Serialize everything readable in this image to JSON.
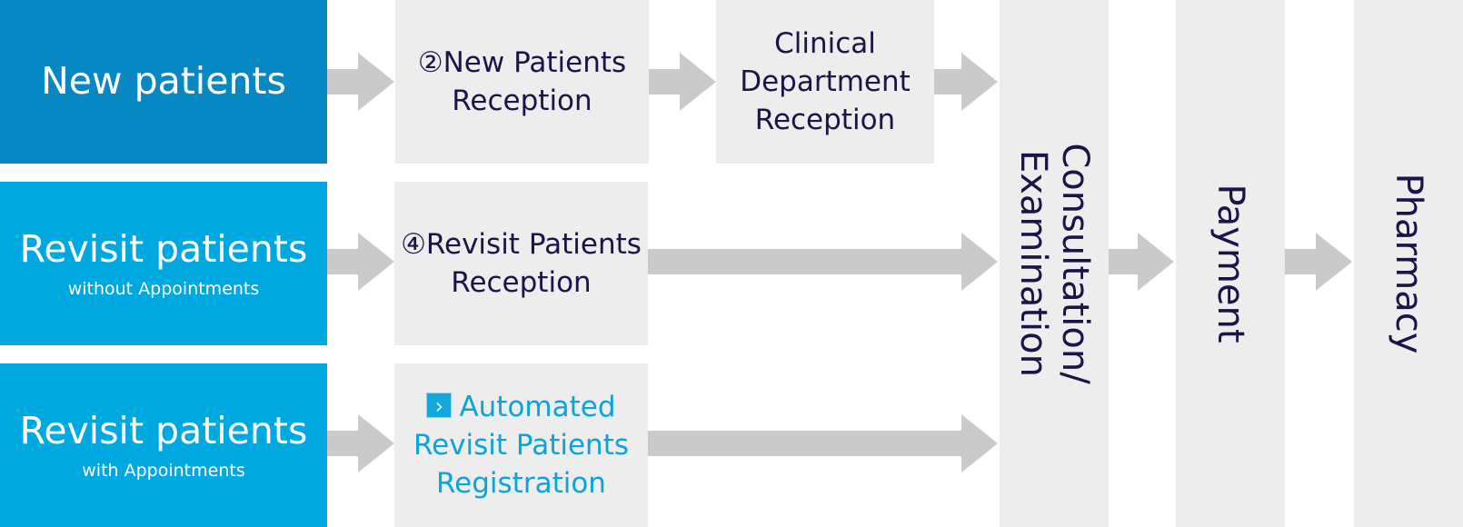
{
  "patients": {
    "new": {
      "label": "New patients"
    },
    "revisit_no_appt": {
      "label": "Revisit patients",
      "sub": "without Appointments"
    },
    "revisit_appt": {
      "label": "Revisit patients",
      "sub": "with Appointments"
    }
  },
  "steps": {
    "new_reception": {
      "line1": "②New Patients",
      "line2": "Reception"
    },
    "clinical_reception": {
      "line1": "Clinical",
      "line2": "Department",
      "line3": "Reception"
    },
    "revisit_reception": {
      "line1": "④Revisit Patients",
      "line2": "Reception"
    },
    "automated": {
      "icon": "chevron-right-icon",
      "line1": "Automated",
      "line2": "Revisit Patients",
      "line3": "Registration"
    }
  },
  "columns": {
    "consultation": {
      "line1": "Consultation/",
      "line2": "Examination"
    },
    "payment": {
      "label": "Payment"
    },
    "pharmacy": {
      "label": "Pharmacy"
    }
  },
  "colors": {
    "new_patients": "#0788c3",
    "revisit_patients": "#00a8e0",
    "step_box": "#ededed",
    "arrow": "#cacaca",
    "text_dark": "#1a1448",
    "link_text": "#0aa4d8"
  }
}
